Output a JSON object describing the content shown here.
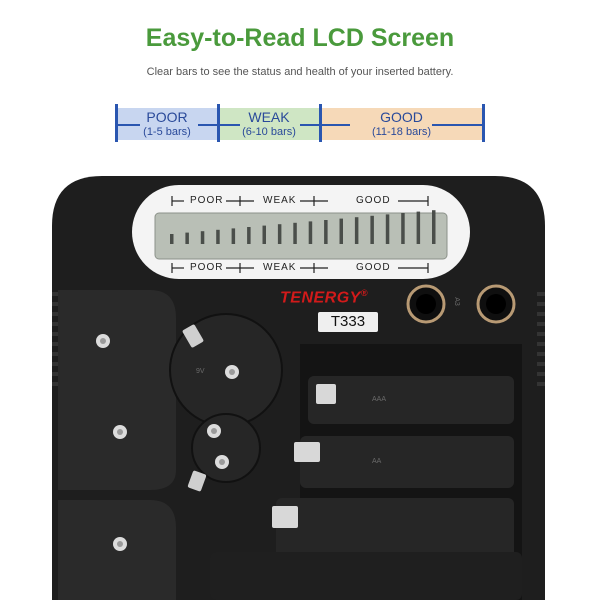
{
  "header": {
    "title": "Easy-to-Read LCD Screen",
    "subtitle": "Clear bars to see the status and health of your inserted battery."
  },
  "scale": {
    "poor": {
      "label": "POOR",
      "range": "(1-5 bars)",
      "color": "#c8d6f0"
    },
    "weak": {
      "label": "WEAK",
      "range": "(6-10 bars)",
      "color": "#cfe6c4"
    },
    "good": {
      "label": "GOOD",
      "range": "(11-18 bars)",
      "color": "#f6d9b8"
    },
    "accent": "#2a56b0"
  },
  "device": {
    "brand": "TENERGY",
    "brand_mark": "®",
    "model": "T333",
    "lcd_labels": {
      "poor": "POOR",
      "weak": "WEAK",
      "good": "GOOD"
    },
    "bar_count": 18,
    "socket_label": "A3",
    "mold_labels": {
      "button": "9V",
      "aaa": "AAA",
      "aa": "AA"
    }
  },
  "colors": {
    "headline": "#4a9a3c",
    "body": "#1c1c1c",
    "brand": "#d21a1a"
  }
}
